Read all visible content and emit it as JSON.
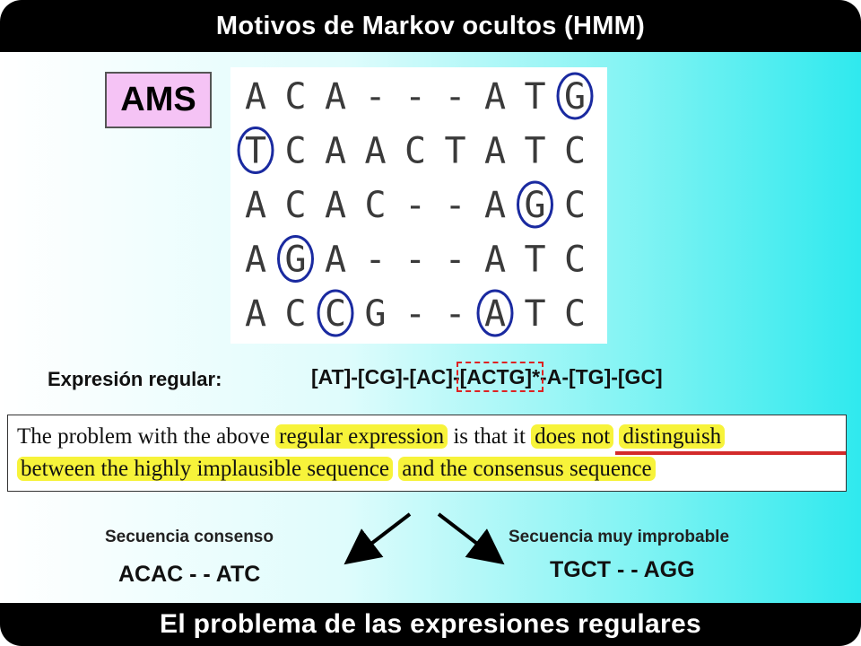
{
  "header": {
    "title": "Motivos de Markov ocultos (HMM)"
  },
  "footer": {
    "title": "El problema de las expresiones regulares"
  },
  "ams_label": "AMS",
  "alignment": {
    "rows": [
      [
        "A",
        "C",
        "A",
        "-",
        "-",
        "-",
        "A",
        "T",
        "G"
      ],
      [
        "T",
        "C",
        "A",
        "A",
        "C",
        "T",
        "A",
        "T",
        "C"
      ],
      [
        "A",
        "C",
        "A",
        "C",
        "-",
        "-",
        "A",
        "G",
        "C"
      ],
      [
        "A",
        "G",
        "A",
        "-",
        "-",
        "-",
        "A",
        "T",
        "C"
      ],
      [
        "A",
        "C",
        "C",
        "G",
        "-",
        "-",
        "A",
        "T",
        "C"
      ]
    ],
    "circled_color": "#1a2aa0"
  },
  "regex": {
    "label": "Expresión regular:",
    "before": "[AT]-[CG]-[AC]-",
    "dashed": "[ACTG]*",
    "after": "-A-[TG]-[GC]"
  },
  "quote": {
    "l1_a": "The problem with the above ",
    "l1_hl1": "regular expression",
    "l1_b": " is that it ",
    "l1_hl2": "does not",
    "l1_c": " ",
    "l1_hl3": "distinguish",
    "l2_hl1": "between the highly implausible sequence",
    "l2_b": " ",
    "l2_hl2": "and the consensus sequence"
  },
  "consensus": {
    "label": "Secuencia consenso",
    "sequence": "ACAC - - ATC"
  },
  "improbable": {
    "label": "Secuencia muy improbable",
    "sequence": "TGCT - - AGG"
  },
  "colors": {
    "highlight": "#f7f33a",
    "underline": "#d32a2a",
    "circle": "#1a2aa0"
  }
}
